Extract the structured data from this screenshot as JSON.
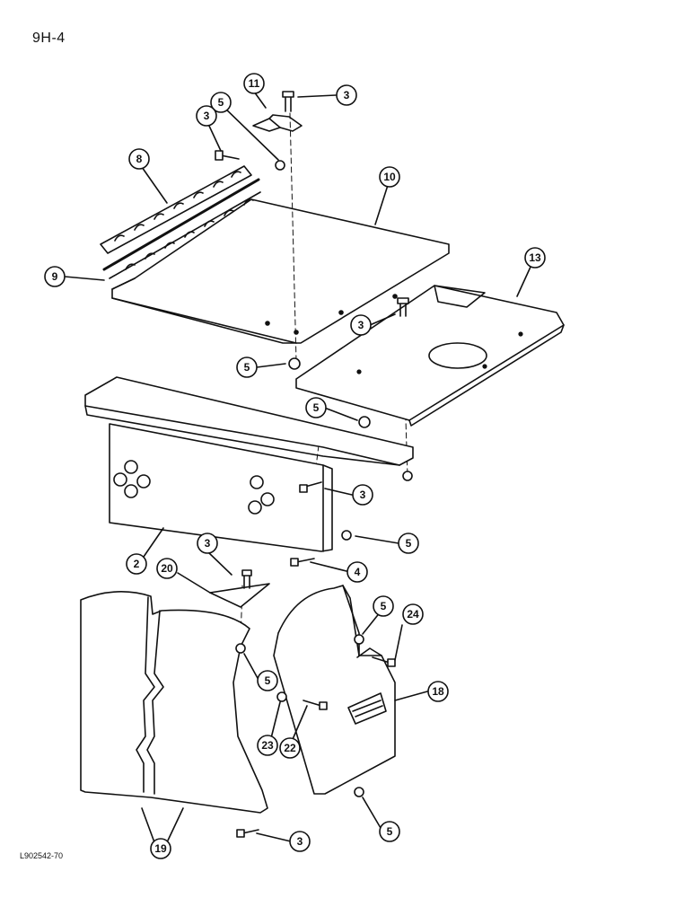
{
  "header": {
    "page_number": "9H-4"
  },
  "footer": {
    "figure_code": "L902542-70"
  },
  "callouts": [
    {
      "id": "c11a",
      "label": "11"
    },
    {
      "id": "c3a",
      "label": "3"
    },
    {
      "id": "c5a",
      "label": "5"
    },
    {
      "id": "c3b",
      "label": "3"
    },
    {
      "id": "c8",
      "label": "8"
    },
    {
      "id": "c10",
      "label": "10"
    },
    {
      "id": "c9",
      "label": "9"
    },
    {
      "id": "c13",
      "label": "13"
    },
    {
      "id": "c3c",
      "label": "3"
    },
    {
      "id": "c5b",
      "label": "5"
    },
    {
      "id": "c5c",
      "label": "5"
    },
    {
      "id": "c3d",
      "label": "3"
    },
    {
      "id": "c5d",
      "label": "5"
    },
    {
      "id": "c2",
      "label": "2"
    },
    {
      "id": "c3e",
      "label": "3"
    },
    {
      "id": "c4",
      "label": "4"
    },
    {
      "id": "c20",
      "label": "20"
    },
    {
      "id": "c5e",
      "label": "5"
    },
    {
      "id": "c24",
      "label": "24"
    },
    {
      "id": "c5f",
      "label": "5"
    },
    {
      "id": "c18",
      "label": "18"
    },
    {
      "id": "c23",
      "label": "23"
    },
    {
      "id": "c22",
      "label": "22"
    },
    {
      "id": "c5g",
      "label": "5"
    },
    {
      "id": "c19",
      "label": "19"
    },
    {
      "id": "c3f",
      "label": "3"
    }
  ]
}
